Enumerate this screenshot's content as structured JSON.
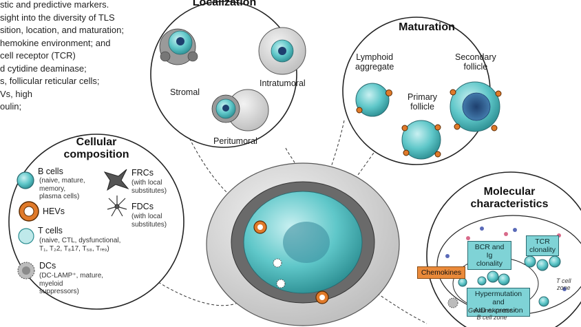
{
  "intro_lines": [
    "stic and predictive markers.",
    "sight into the diversity of TLS",
    "sition, location, and maturation;",
    "hemokine environment; and",
    "cell receptor (TCR)",
    "d cytidine deaminase;",
    "s, follicular reticular cells;",
    "Vs, high",
    "oulin;"
  ],
  "localization": {
    "title": "Localization",
    "stromal": "Stromal",
    "intratumoral": "Intratumoral",
    "peritumoral": "Peritumoral"
  },
  "maturation": {
    "title": "Maturation",
    "lymphoid_aggregate": [
      "Lymphoid",
      "aggregate"
    ],
    "primary_follicle": [
      "Primary",
      "follicle"
    ],
    "secondary_follicle": [
      "Secondary",
      "follicle"
    ]
  },
  "cellular": {
    "title": [
      "Cellular",
      "composition"
    ],
    "b_cells": {
      "name": "B cells",
      "desc": [
        "(naive, mature,",
        "memory,",
        "plasma cells)"
      ]
    },
    "hevs": {
      "name": "HEVs"
    },
    "t_cells": {
      "name": "T cells",
      "desc": [
        "(naive, CTL, dysfunctional,",
        "T₁, T₂2, T₈17, T₅₈, Tᵣₑ₉)"
      ]
    },
    "dcs": {
      "name": "DCs",
      "desc": [
        "(DC-LAMP⁺, mature,",
        "myeloid",
        "suppressors)"
      ]
    },
    "frcs": {
      "name": "FRCs",
      "desc": [
        "(with local",
        "substitutes)"
      ]
    },
    "fdcs": {
      "name": "FDCs",
      "desc": [
        "(with local",
        "substitutes)"
      ]
    }
  },
  "molecular": {
    "title": [
      "Molecular",
      "characteristics"
    ],
    "bcr": [
      "BCR and Ig",
      "clonality"
    ],
    "tcr": [
      "TCR",
      "clonality"
    ],
    "chemokines": "Chemokines",
    "hypermutation": [
      "Hypermutation and",
      "AID expression"
    ],
    "tcell_zone": [
      "T cell",
      "zone"
    ],
    "germinal": [
      "Germinal center /",
      "B cell zone"
    ]
  },
  "colors": {
    "teal": "#5fc7c9",
    "teal_dark": "#2a8c90",
    "orange": "#e07a2a",
    "gray_cell": "#d6d6d6",
    "dark_cell": "#5a5a5a",
    "navy": "#2d5d8e"
  }
}
